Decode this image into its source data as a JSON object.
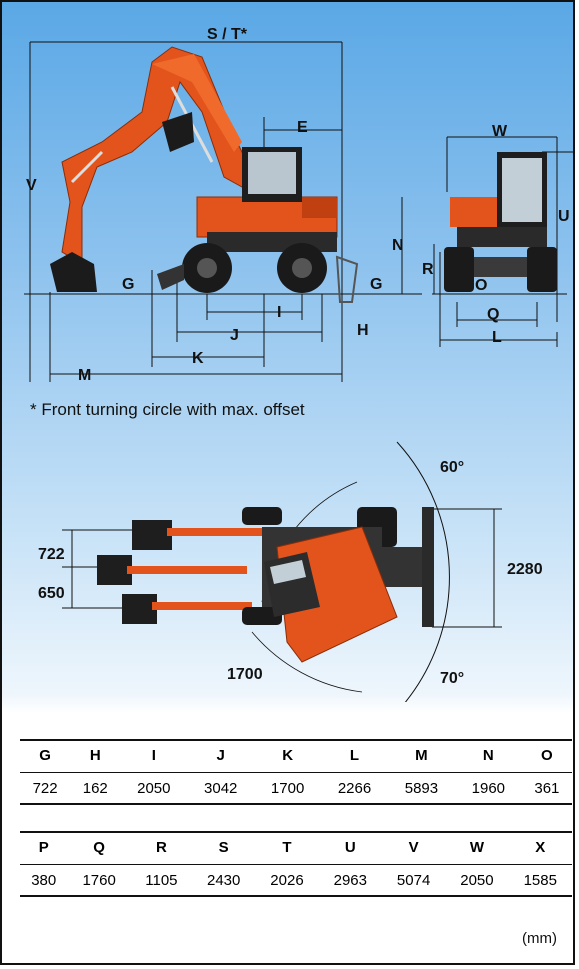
{
  "side_view_labels": {
    "st": "S / T*",
    "e": "E",
    "v": "V",
    "n": "N",
    "g_left": "G",
    "g_right": "G",
    "i": "I",
    "h": "H",
    "j": "J",
    "k": "K",
    "m": "M"
  },
  "rear_view_labels": {
    "w": "W",
    "u": "U",
    "r": "R",
    "o": "O",
    "q": "Q",
    "l": "L"
  },
  "footnote": "* Front turning circle with max. offset",
  "top_view_labels": {
    "dim_722": "722",
    "dim_650": "650",
    "dim_2280": "2280",
    "dim_1700": "1700",
    "angle_60": "60°",
    "angle_70": "70°"
  },
  "table_top": {
    "headers": [
      "G",
      "H",
      "I",
      "J",
      "K",
      "L",
      "M",
      "N",
      "O"
    ],
    "values": [
      "722",
      "162",
      "2050",
      "3042",
      "1700",
      "2266",
      "5893",
      "1960",
      "361"
    ]
  },
  "table_bottom": {
    "headers": [
      "P",
      "Q",
      "R",
      "S",
      "T",
      "U",
      "V",
      "W",
      "X"
    ],
    "values": [
      "380",
      "1760",
      "1105",
      "2430",
      "2026",
      "2963",
      "5074",
      "2050",
      "1585"
    ]
  },
  "unit": "(mm)",
  "colors": {
    "machine_orange": "#e2541c",
    "background_blue": "#5aa8e6",
    "dark": "#1a1a1a"
  }
}
